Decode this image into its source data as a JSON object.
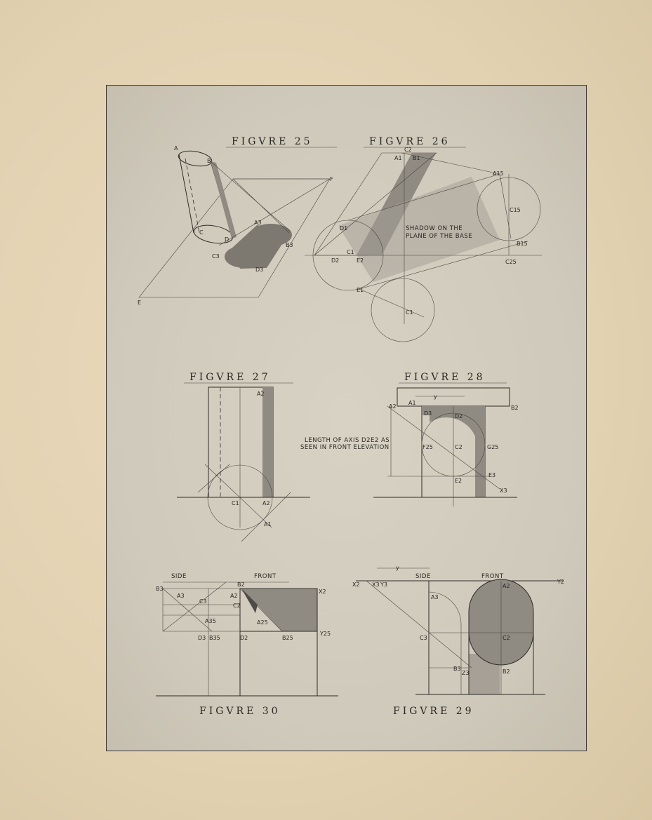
{
  "figures": {
    "fig25": {
      "title": "FIGVRE 25",
      "labels": [
        "A",
        "B",
        "C",
        "D",
        "E",
        "F",
        "A3",
        "B3",
        "C3",
        "D3"
      ]
    },
    "fig26": {
      "title": "FIGVRE 26",
      "labels": [
        "C2",
        "A1",
        "B1",
        "A15",
        "C15",
        "B15",
        "C25",
        "D1",
        "D2",
        "C1",
        "E2",
        "E1",
        "C1"
      ],
      "note_line1": "SHADOW ON THE",
      "note_line2": "PLANE OF THE BASE"
    },
    "fig27": {
      "title": "FIGVRE 27",
      "labels": [
        "A2",
        "C1",
        "A2",
        "A1"
      ]
    },
    "fig28": {
      "title": "FIGVRE 28",
      "labels": [
        "y",
        "A2",
        "A1",
        "D3",
        "D2",
        "B2",
        "F25",
        "C2",
        "G25",
        "E3",
        "E2",
        "X3"
      ],
      "note_line1": "LENGTH OF AXIS D2E2 AS",
      "note_line2": "SEEN IN FRONT ELEVATION"
    },
    "fig29": {
      "title": "FIGVRE 29",
      "side": "SIDE",
      "front": "FRONT",
      "labels": [
        "y",
        "X2",
        "X3",
        "Y3",
        "A2",
        "Y2",
        "A3",
        "C3",
        "C2",
        "B3",
        "Z3",
        "B2"
      ]
    },
    "fig30": {
      "title": "FIGVRE 30",
      "side": "SIDE",
      "front": "FRONT",
      "labels": [
        "B3",
        "A3",
        "C3",
        "A35",
        "D3",
        "B35",
        "B2",
        "A2",
        "C2",
        "X2",
        "A25",
        "D2",
        "B25",
        "Y25"
      ]
    }
  },
  "colors": {
    "paper": "#e4d6b9",
    "plate": "#d2ccbe",
    "ink": "#2e2a26",
    "shadow": "#7d7870"
  }
}
